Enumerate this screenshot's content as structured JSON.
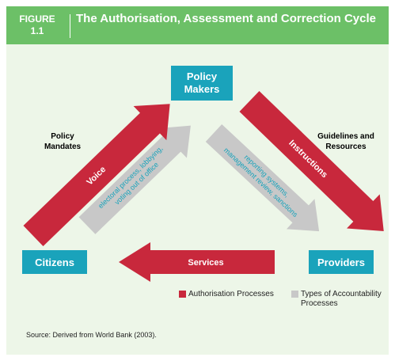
{
  "figure": {
    "label_word": "FIGURE",
    "label_number": "1.1",
    "title": "The Authorisation, Assessment and Correction Cycle"
  },
  "nodes": {
    "policy_makers": [
      "Policy",
      "Makers"
    ],
    "citizens": "Citizens",
    "providers": "Providers"
  },
  "arrows": {
    "voice": "Voice",
    "instructions": "Instructions",
    "services": "Services",
    "citizens_accountability": [
      "electoral process, lobbying,",
      "voting out of office"
    ],
    "providers_accountability": [
      "reporting systems,",
      "management review, sanctions"
    ]
  },
  "side_labels": {
    "policy_mandates": [
      "Policy",
      "Mandates"
    ],
    "guidelines_resources": [
      "Guidelines and",
      "Resources"
    ]
  },
  "legend": {
    "authorisation": "Authorisation Processes",
    "accountability": "Types of Accountability Processes"
  },
  "source": "Source: Derived from World Bank (2003).",
  "colors": {
    "header_green": "#6cc067",
    "panel_bg": "#edf6e8",
    "box_teal": "#1aa3bb",
    "authorisation_red": "#c8283c",
    "accountability_grey": "#c8c8c8",
    "accountability_text_blue": "#1aa3bb"
  }
}
